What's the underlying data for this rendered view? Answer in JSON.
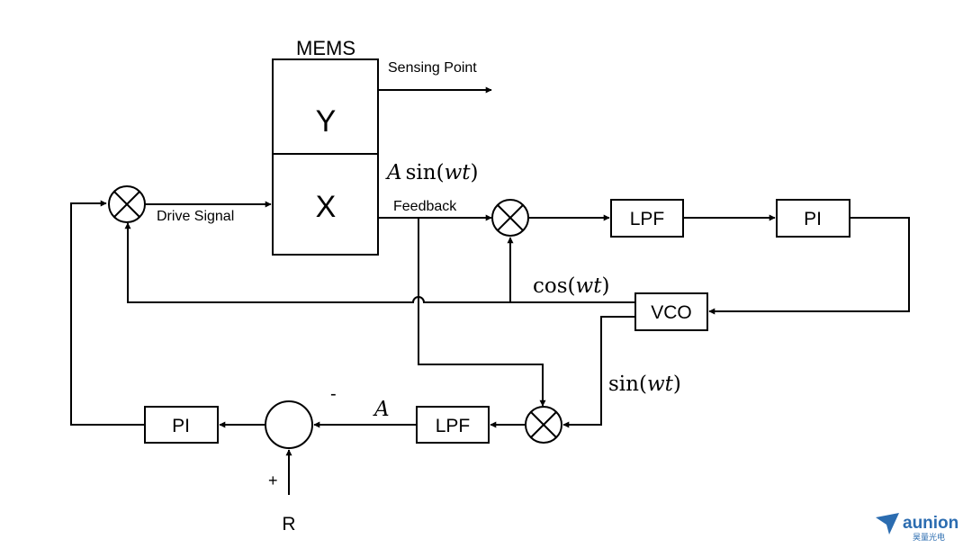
{
  "mems": {
    "title": "MEMS",
    "y_label": "Y",
    "x_label": "X"
  },
  "signals": {
    "sensing_point": "Sensing Point",
    "drive_signal": "Drive Signal",
    "feedback": "Feedback",
    "a_sin_A": "A",
    "a_sin_rest": "sin(",
    "a_sin_w": "wt",
    "a_sin_close": ")",
    "cos_prefix": "cos(",
    "cos_w": "wt",
    "cos_close": ")",
    "sin_prefix": "sin(",
    "sin_w": "wt",
    "sin_close": ")",
    "amplitude": "A"
  },
  "blocks": {
    "lpf_top": "LPF",
    "pi_top": "PI",
    "vco": "VCO",
    "lpf_bottom": "LPF",
    "pi_bottom": "PI"
  },
  "summing": {
    "minus": "-",
    "plus": "+",
    "reference": "R"
  },
  "logo": {
    "text": "aunion",
    "subtext": "昊量光电",
    "color": "#2b6cb0"
  }
}
